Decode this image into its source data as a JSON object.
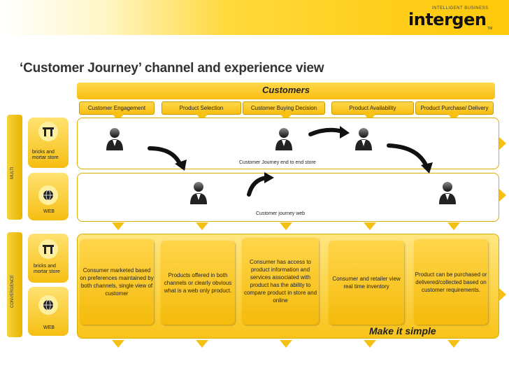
{
  "header": {
    "brand": "intergen",
    "brand_tagline": "INTELLIGENT BUSINESS",
    "trademark": "TM"
  },
  "title": "‘Customer Journey’ channel and experience view",
  "customers_label": "Customers",
  "stages": [
    "Customer Engagement",
    "Product Selection",
    "Customer Buying Decision",
    "Product Availability",
    "Product Purchase/ Delivery"
  ],
  "multi": {
    "label": "MULTI",
    "store_label": "bricks and mortar store",
    "web_label": "WEB",
    "journey_store": "Customer Journey end to end store",
    "journey_web": "Customer journey web"
  },
  "convergence": {
    "label": "CONVERGENCE",
    "store_label": "bricks and mortar store",
    "web_label": "WEB",
    "boxes": [
      "Consumer marketed based on preferences maintained by both channels, single view of customer",
      "Products offered in both channels or clearly obvious what is a web only product.",
      "Consumer has access to product information and services associated with product has the ability to compare product in store and online",
      "Consumer and retailer view real time inventory",
      "Product can be purchased or delivered/collected based on customer requirements."
    ]
  },
  "tagline": "Make it simple",
  "colors": {
    "accent": "#f8be10",
    "dark": "#222222"
  }
}
